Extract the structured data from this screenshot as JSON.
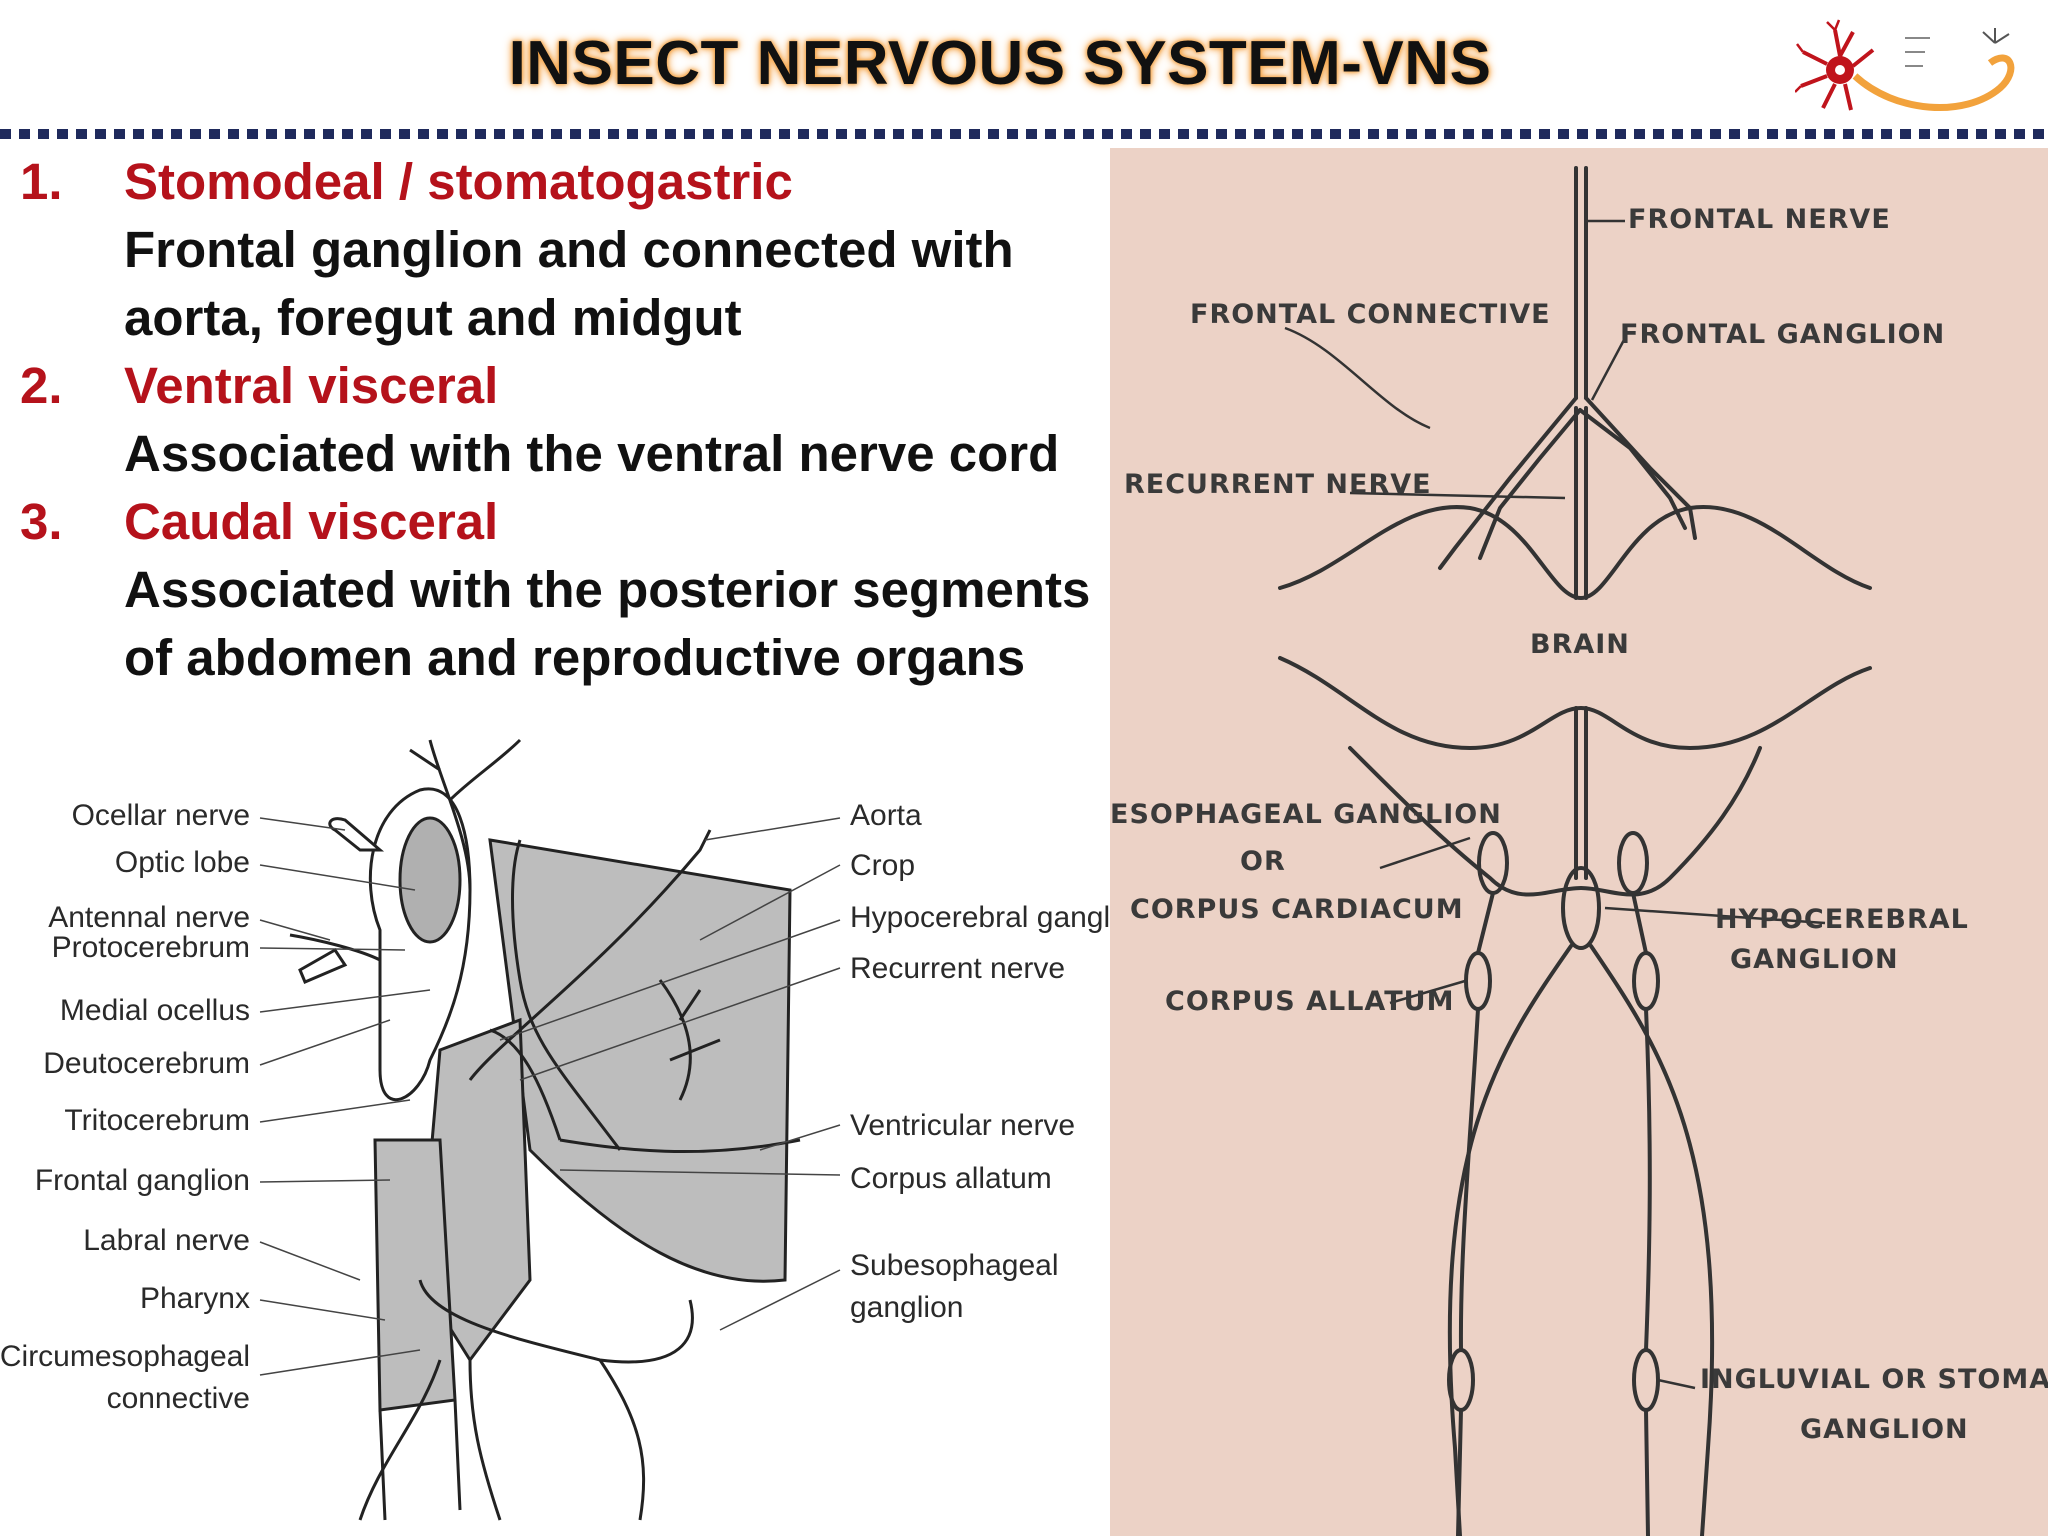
{
  "title": "INSECT NERVOUS SYSTEM-VNS",
  "colors": {
    "accent_red": "#b5121b",
    "title_glow": "#f5a54a",
    "divider": "#1f2a5c",
    "panel_bg": "#ecd2c6"
  },
  "items": [
    {
      "number": "1.",
      "heading": "Stomodeal / stomatogastric",
      "lines": [
        "Frontal ganglion and connected with",
        "aorta, foregut and midgut"
      ]
    },
    {
      "number": "2.",
      "heading": "Ventral visceral",
      "lines": [
        "Associated with the ventral nerve cord"
      ]
    },
    {
      "number": "3.",
      "heading": "Caudal visceral",
      "lines": [
        "Associated with the posterior segments",
        "of abdomen and reproductive organs"
      ]
    }
  ],
  "left_diagram": {
    "labels_left": [
      "Ocellar nerve",
      "Optic lobe",
      "Antennal nerve",
      "Protocerebrum",
      "Medial ocellus",
      "Deutocerebrum",
      "Tritocerebrum",
      "Frontal ganglion",
      "Labral nerve",
      "Pharynx",
      "Circumesophageal",
      "connective"
    ],
    "labels_right": [
      "Aorta",
      "Crop",
      "Hypocerebral ganglion",
      "Recurrent nerve",
      "Ventricular nerve",
      "Corpus allatum",
      "Subesophageal",
      "ganglion"
    ]
  },
  "right_diagram": {
    "frontal_nerve": "FRONTAL NERVE",
    "frontal_connective": "FRONTAL CONNECTIVE",
    "frontal_ganglion": "FRONTAL GANGLION",
    "recurrent_nerve": "RECURRENT NERVE",
    "brain": "BRAIN",
    "esophageal_ganglion": "ESOPHAGEAL GANGLION",
    "or": "OR",
    "corpus_cardiacum": "CORPUS CARDIACUM",
    "hypocerebral_1": "HYPOCEREBRAL",
    "hypocerebral_2": "GANGLION",
    "corpus_allatum": "CORPUS ALLATUM",
    "ingluvial_1": "INGLUVIAL OR STOMACHIC",
    "ingluvial_2": "GANGLION"
  }
}
